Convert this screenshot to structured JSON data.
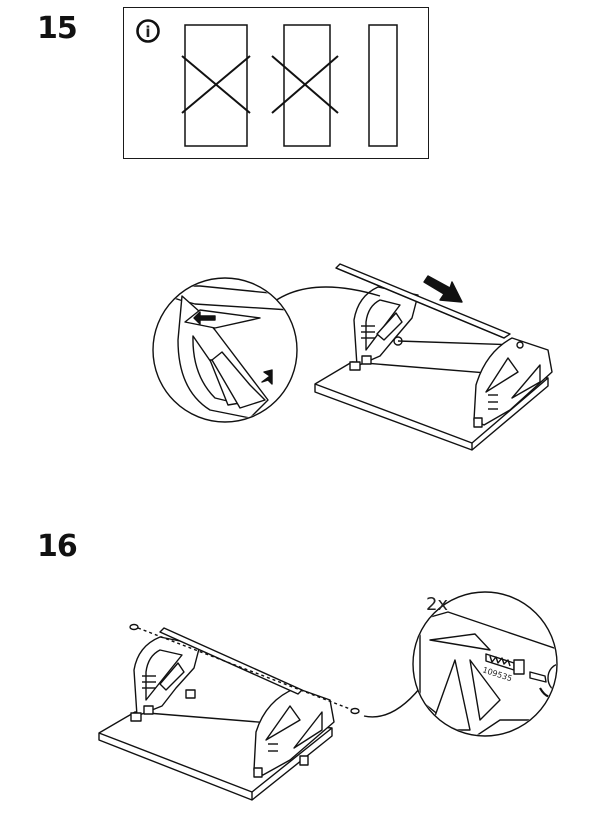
{
  "steps": [
    {
      "number": "15"
    },
    {
      "number": "16"
    }
  ],
  "info_panel": {
    "icon": "info-icon",
    "icon_glyph": "i",
    "options": [
      {
        "state": "incorrect"
      },
      {
        "state": "incorrect"
      },
      {
        "state": "correct"
      }
    ]
  },
  "step16": {
    "quantity_label": "2x",
    "part_number": "109535"
  }
}
